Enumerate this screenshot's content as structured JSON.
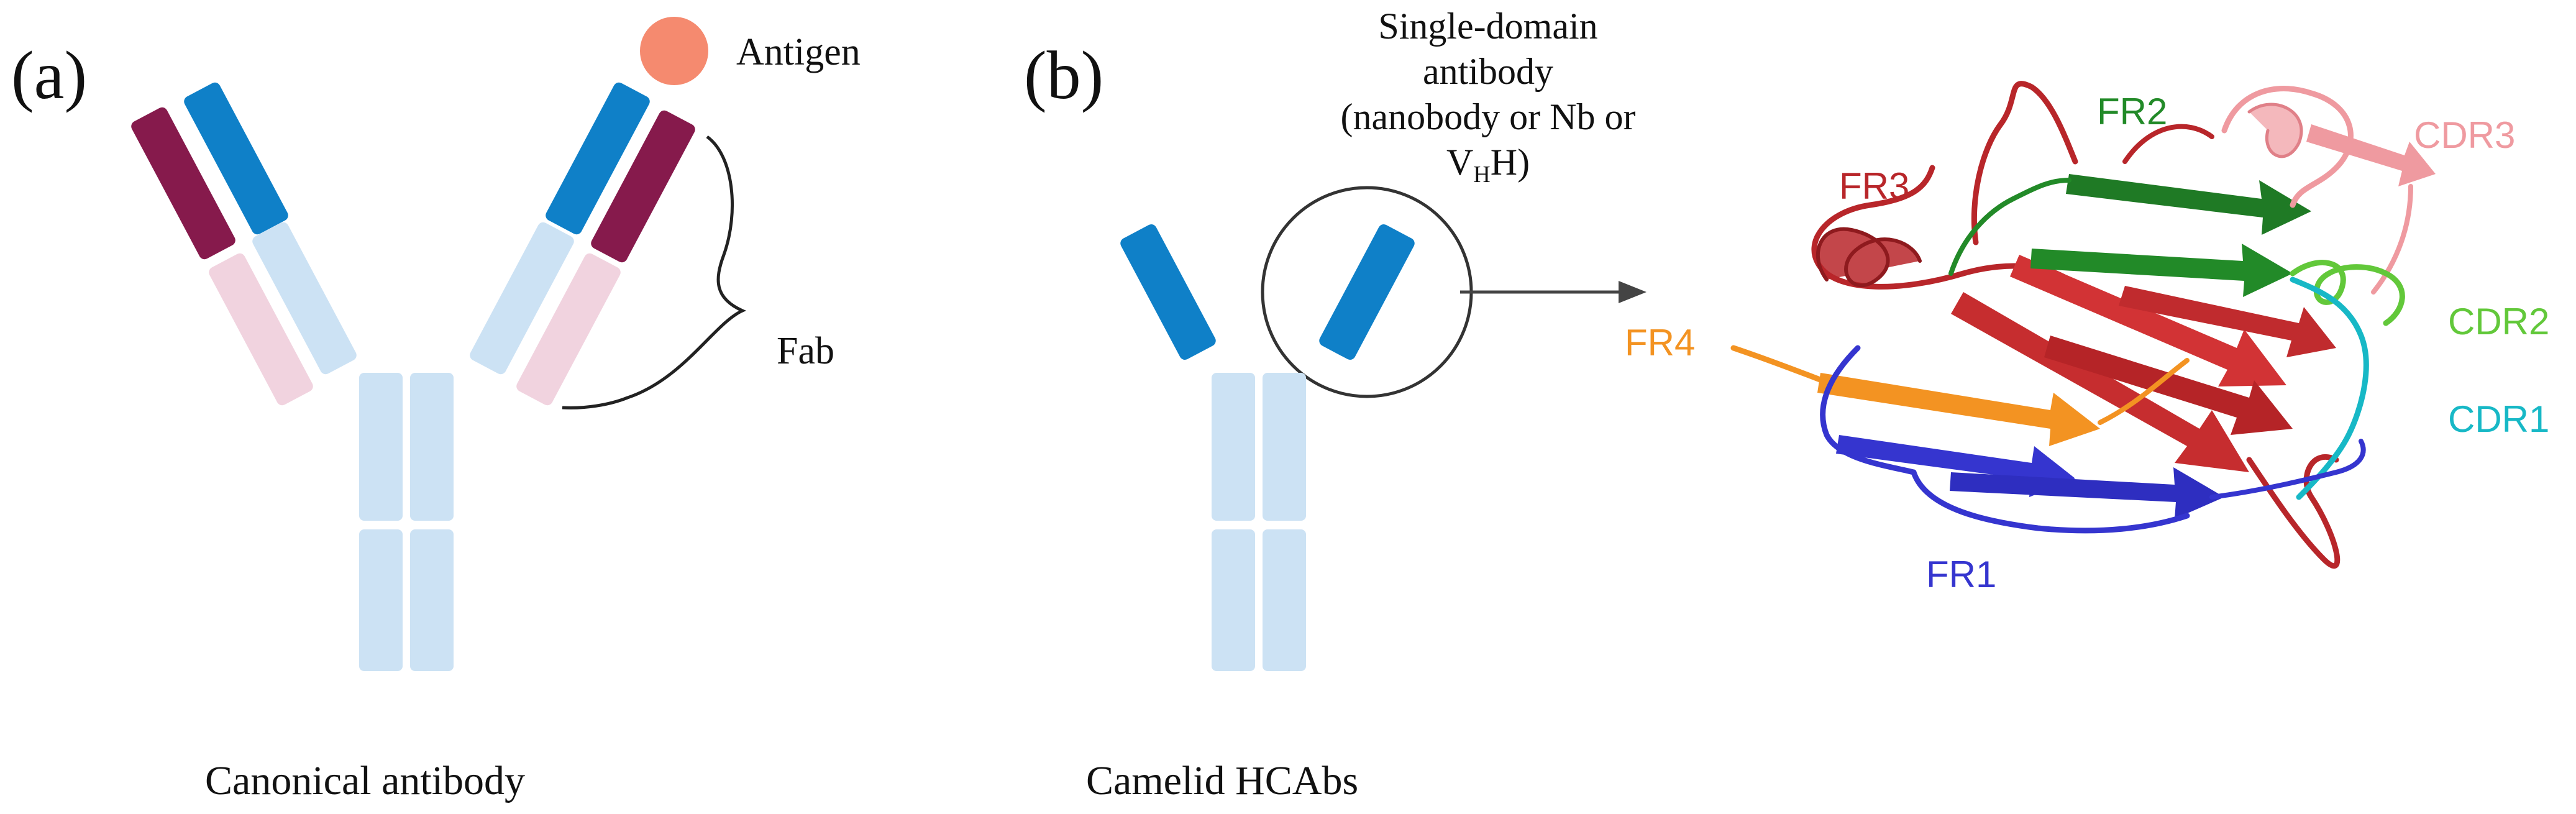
{
  "panel_a": {
    "label": "(a)",
    "caption": "Canonical antibody",
    "antigen_label": "Antigen",
    "fab_label": "Fab"
  },
  "panel_b": {
    "label": "(b)",
    "caption": "Camelid HCAbs",
    "sdab_line1": "Single-domain",
    "sdab_line2": "antibody",
    "sdab_line3": "(nanobody or Nb or",
    "sdab_line4_main": "V",
    "sdab_line4_sub": "H",
    "sdab_line4_end": "H)"
  },
  "protein_labels": {
    "fr1": "FR1",
    "fr2": "FR2",
    "fr3": "FR3",
    "fr4": "FR4",
    "cdr1": "CDR1",
    "cdr2": "CDR2",
    "cdr3": "CDR3"
  },
  "colors": {
    "heavy_variable": "#0f80c8",
    "light_variable": "#861a4c",
    "heavy_constant": "#cce2f4",
    "light_constant": "#f1d3df",
    "antigen": "#f58a6f",
    "fr1": "#3535cf",
    "fr2": "#228a28",
    "fr3": "#b8262a",
    "fr4": "#f39322",
    "cdr1": "#17b8c6",
    "cdr2": "#62c83a",
    "cdr3": "#ef9aa0"
  }
}
